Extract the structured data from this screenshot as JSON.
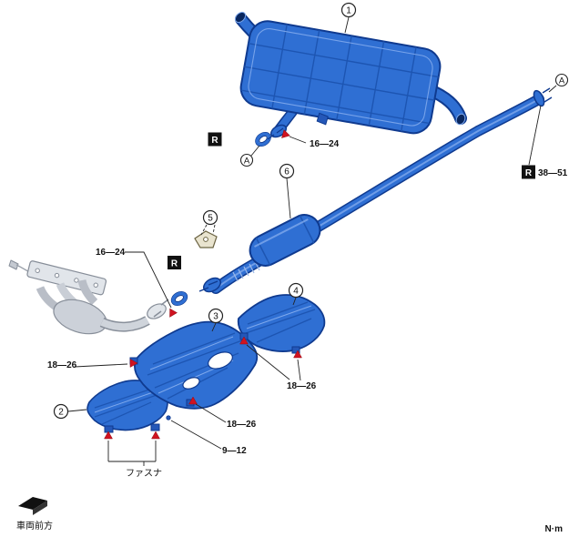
{
  "page": {
    "front_label": "車両前方",
    "unit_label": "N·m",
    "fastener_label": "ファスナ"
  },
  "markers": {
    "replace_symbol": "R",
    "connector_symbol": "A"
  },
  "callouts": {
    "muffler": "1",
    "shield_front": "2",
    "shield_center": "3",
    "shield_rear": "4",
    "bracket": "5",
    "middle_pipe": "6"
  },
  "torques": {
    "muffler_to_pipe": "16—24",
    "pipe_to_tail": "38—51",
    "manifold_to_pipe": "16—24",
    "shield_center_left": "18—26",
    "shield_rear_bolts": "18—26",
    "shield_center_bottom": "18—26",
    "shield_small_bolts": "9—12"
  },
  "colors": {
    "part_fill": "#2f6fd3",
    "part_fill_dark": "#1d55b2",
    "part_outline": "#0f3a8f",
    "part_highlight": "#7fa9ec",
    "ghost_fill": "#d8dce2",
    "ghost_outline": "#878e99",
    "marker_red": "#d01320",
    "leader_line": "#222222"
  }
}
